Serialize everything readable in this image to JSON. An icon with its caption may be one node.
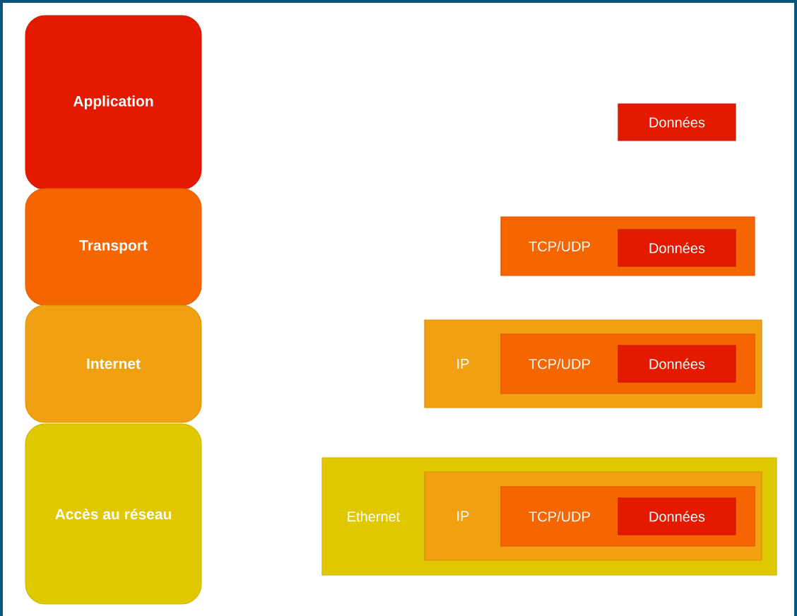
{
  "diagram": {
    "nodes": [
      {
        "text": [
          "Application"
        ]
      },
      {
        "text": [
          "Transport"
        ]
      },
      {
        "text": [
          "Internet"
        ]
      },
      {
        "text": [
          "Accès au réseau"
        ]
      },
      {
        "text": [
          "Données"
        ]
      },
      {
        "text": [
          "TCP/UDP"
        ]
      },
      {
        "text": [
          "Données"
        ],
        "in": 5
      },
      {
        "text": [
          "IP"
        ]
      },
      {
        "text": [
          "TCP/UDP"
        ],
        "in": 7
      },
      {
        "text": [
          "Données"
        ],
        "in": 8
      },
      {
        "text": [
          "Ethernet"
        ]
      },
      {
        "text": [
          "IP"
        ],
        "in": 10
      },
      {
        "text": [
          "TCP/UDP"
        ],
        "in": 11
      },
      {
        "text": [
          "Données"
        ],
        "in": 12
      }
    ]
  }
}
